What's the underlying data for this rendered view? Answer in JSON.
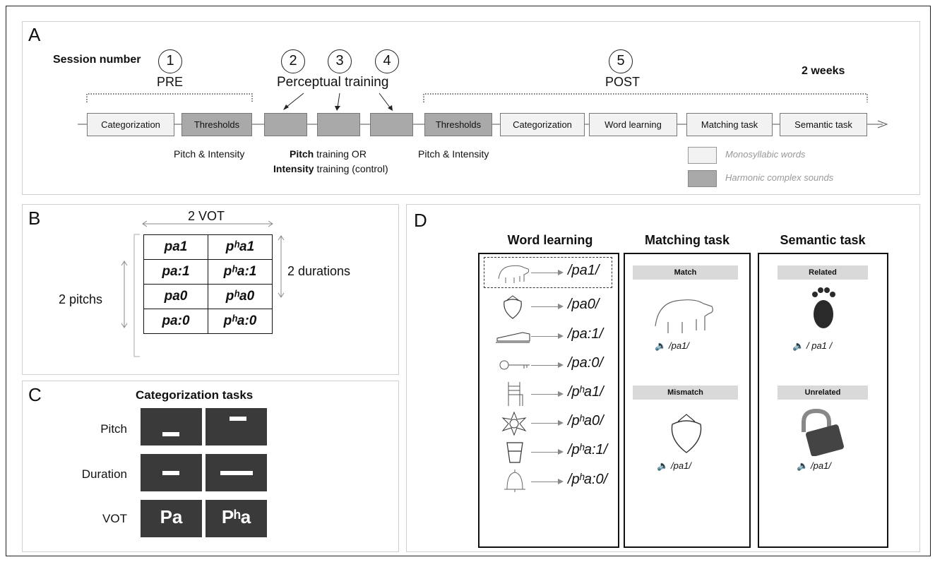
{
  "panels": {
    "a": "A",
    "b": "B",
    "c": "C",
    "d": "D"
  },
  "panel_a": {
    "session_label": "Session number",
    "sessions": [
      "1",
      "2",
      "3",
      "4",
      "5"
    ],
    "pre": "PRE",
    "perceptual_training": "Perceptual training",
    "post": "POST",
    "two_weeks": "2 weeks",
    "boxes": [
      "Categorization",
      "Thresholds",
      "Thresholds",
      "Categorization",
      "Word learning",
      "Matching task",
      "Semantic task"
    ],
    "pitch_intensity": "Pitch & Intensity",
    "training_line1_bold": "Pitch",
    "training_line1_rest": " training OR",
    "training_line2_bold": "Intensity",
    "training_line2_rest": " training (control)",
    "legend": [
      "Monosyllabic words",
      "Harmonic complex sounds"
    ],
    "colors": {
      "light": "#f2f2f2",
      "dark": "#a9a9a9"
    }
  },
  "panel_b": {
    "vot": "2 VOT",
    "durations": "2 durations",
    "pitchs": "2 pitchs",
    "cells": [
      [
        "pa1",
        "pʰa1"
      ],
      [
        "pa:1",
        "pʰa:1"
      ],
      [
        "pa0",
        "pʰa0"
      ],
      [
        "pa:0",
        "pʰa:0"
      ]
    ]
  },
  "panel_c": {
    "title": "Categorization tasks",
    "rows": [
      "Pitch",
      "Duration",
      "VOT"
    ],
    "vot_labels": [
      "Pa",
      "Pʰa"
    ]
  },
  "panel_d": {
    "headers": [
      "Word learning",
      "Matching task",
      "Semantic task"
    ],
    "words": [
      "/pa1/",
      "/pa0/",
      "/pa:1/",
      "/pa:0/",
      "/pʰa1/",
      "/pʰa0/",
      "/pʰa:1/",
      "/pʰa:0/"
    ],
    "icons": [
      "bear-icon",
      "strawberry-icon",
      "train-icon",
      "key-icon",
      "chair-icon",
      "flower-icon",
      "glass-icon",
      "bell-icon"
    ],
    "match": "Match",
    "mismatch": "Mismatch",
    "related": "Related",
    "unrelated": "Unrelated",
    "match_word": "/pa1/",
    "mismatch_word": "/pa1/",
    "related_word": "/ pa1 /",
    "unrelated_word": "/pa1/"
  }
}
